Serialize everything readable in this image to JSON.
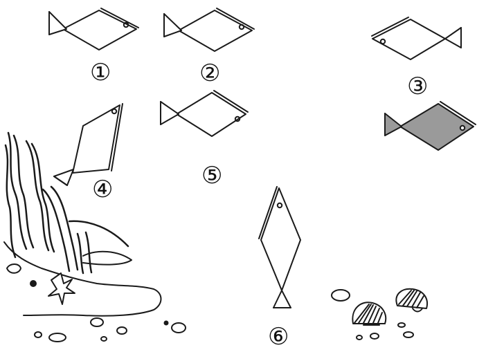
{
  "labels": [
    "①",
    "②",
    "③",
    "④",
    "⑤",
    "⑥"
  ],
  "colors": {
    "ink": "#1a1a1a",
    "shade": "#9a9a9a",
    "background": "#ffffff"
  },
  "icons": [
    "fish-icon",
    "seaweed-icon",
    "rock-icon",
    "starfish-icon",
    "shell-icon",
    "pebble-icon"
  ]
}
